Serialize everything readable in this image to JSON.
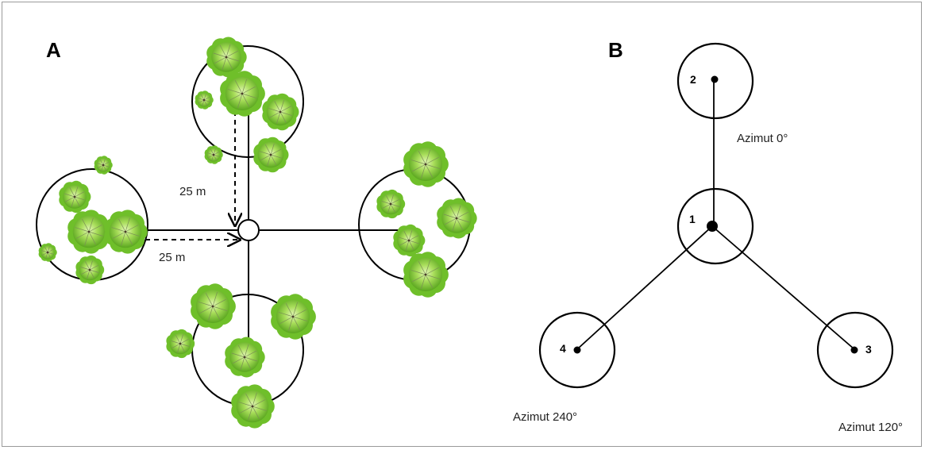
{
  "panels": {
    "a": {
      "label": "A",
      "distance_labels": [
        "25 m",
        "25 m"
      ]
    },
    "b": {
      "label": "B",
      "points": [
        "1",
        "2",
        "3",
        "4"
      ],
      "azimuths": [
        "Azimut 0°",
        "Azimut 120°",
        "Azimut 240°"
      ]
    }
  },
  "colors": {
    "line": "#000000",
    "tree_dark": "#6fbf2a",
    "tree_light": "#c8ee8a",
    "frame": "#9a9a9a"
  }
}
